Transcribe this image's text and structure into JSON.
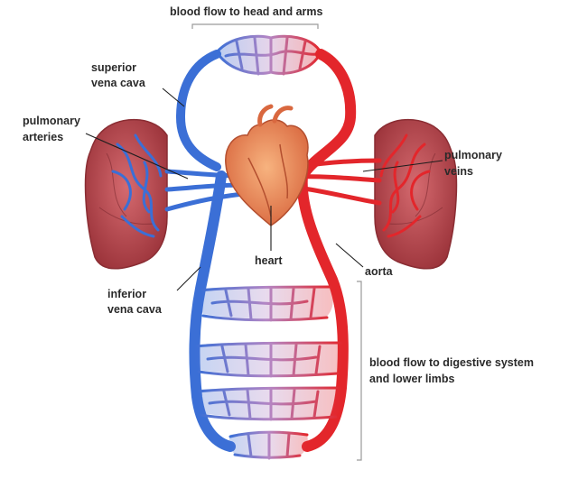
{
  "labels": {
    "head_arms": "blood flow to head and arms",
    "superior_1": "superior",
    "superior_2": "vena cava",
    "pulm_art_1": "pulmonary",
    "pulm_art_2": "arteries",
    "pulm_vein_1": "pulmonary",
    "pulm_vein_2": "veins",
    "heart": "heart",
    "aorta": "aorta",
    "inferior_1": "inferior",
    "inferior_2": "vena cava",
    "digestive_1": "blood flow to digestive system",
    "digestive_2": "and lower limbs"
  },
  "colors": {
    "vein_blue": "#3b6fd6",
    "artery_red": "#e3262b",
    "lung": "#b9484e",
    "heart": "#e88a5e",
    "capillary_mix": "#b486c4"
  }
}
